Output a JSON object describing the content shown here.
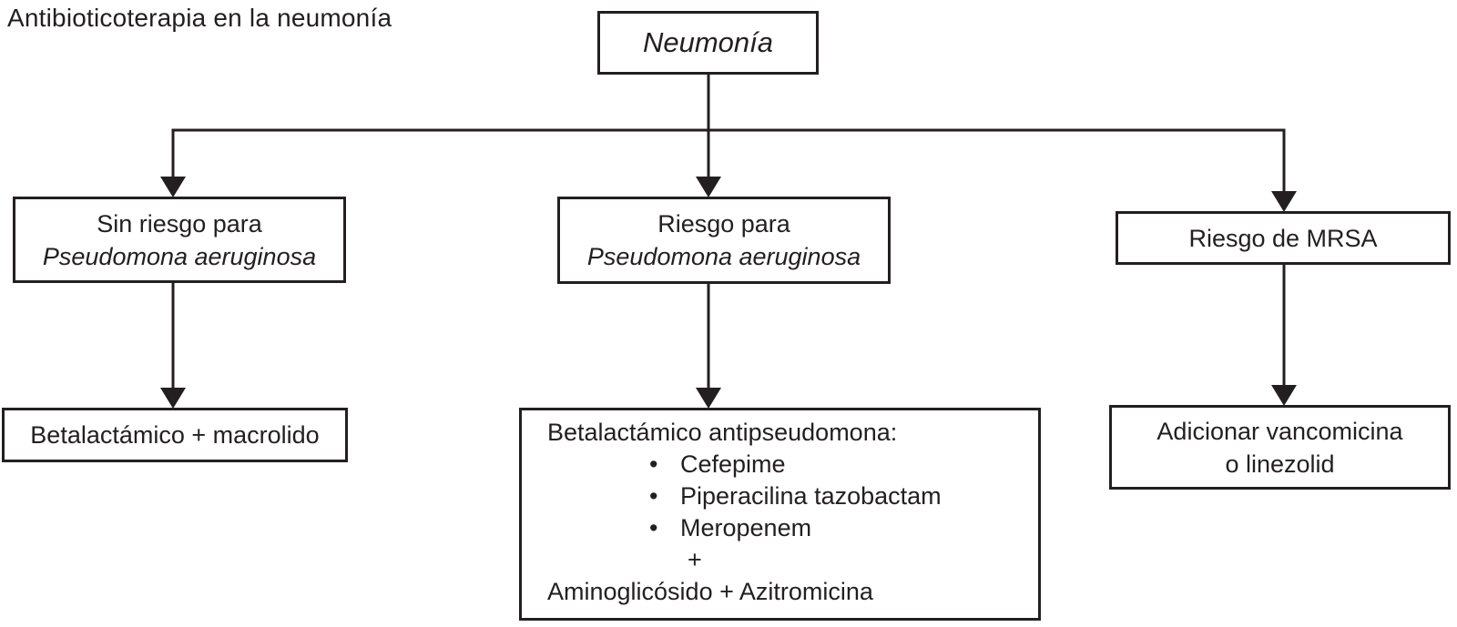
{
  "title": "Antibioticoterapia en la neumonía",
  "colors": {
    "line": "#231f20",
    "text": "#231f20",
    "background": "#ffffff"
  },
  "nodes": {
    "root": {
      "label": "Neumonía"
    },
    "condition_left": {
      "line1": "Sin riesgo para",
      "line2": "Pseudomona aeruginosa"
    },
    "condition_mid": {
      "line1": "Riesgo para",
      "line2": "Pseudomona aeruginosa"
    },
    "condition_right": {
      "label": "Riesgo de MRSA"
    },
    "treatment_left": {
      "label": "Betalactámico + macrolido"
    },
    "treatment_mid": {
      "header": "Betalactámico antipseudomona:",
      "bullets": [
        "Cefepime",
        "Piperacilina tazobactam",
        "Meropenem"
      ],
      "bullet_marker": "•",
      "plus": "+",
      "footer": "Aminoglicósido + Azitromicina"
    },
    "treatment_right": {
      "line1": "Adicionar vancomicina",
      "line2": "o linezolid"
    }
  }
}
